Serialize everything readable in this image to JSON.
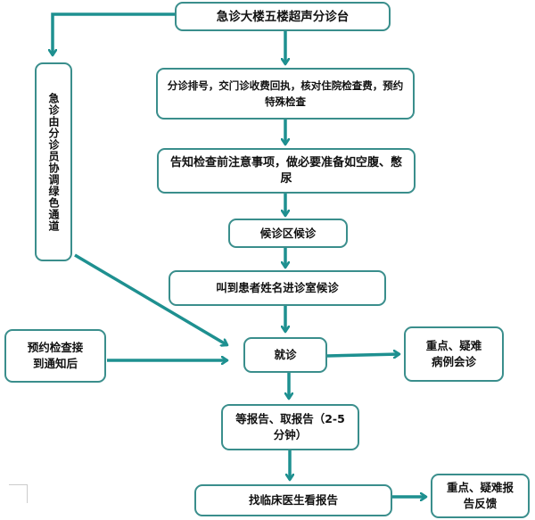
{
  "colors": {
    "arrow": "#1e9090",
    "border": "#3a8e8c",
    "text": "#111111"
  },
  "nodes": {
    "triage_desk": "急诊大楼五楼超声分诊台",
    "green_channel": "急诊由分诊员协调绿色通道",
    "registration": "分诊排号，交门诊收费回执，核对住院检查费，预约特殊检查",
    "notice": "告知检查前注意事项，做必要准备如空腹、憋尿",
    "waiting_area": "候诊区候诊",
    "call_patient": "叫到患者姓名进诊室候诊",
    "appointment": "预约检查接到通知后",
    "examination": "就诊",
    "consultation": "重点、疑难病例会诊",
    "wait_report": "等报告、取报告（2-5分钟）",
    "see_doctor": "找临床医生看报告",
    "feedback": "重点、疑难报告反馈"
  }
}
